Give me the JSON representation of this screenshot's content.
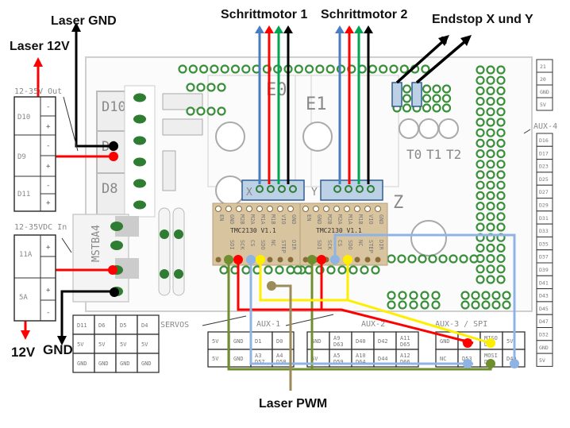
{
  "labels": {
    "laser_gnd": "Laser GND",
    "laser_12v": "Laser 12V",
    "stepper_1": "Schrittmotor 1",
    "stepper_2": "Schrittmotor 2",
    "endstop": "Endstop X und Y",
    "out_12v": "12V",
    "out_gnd": "GND",
    "laser_pwm": "Laser PWM"
  },
  "board": {
    "out_block_title": "12-35V Out",
    "out_channels": [
      "D10",
      "D9",
      "D11"
    ],
    "in_block_title": "12-35VDC In",
    "in_channels": [
      "11A",
      "5A"
    ],
    "mosfet_labels": [
      "D10",
      "D9",
      "D8"
    ],
    "connector_label": "MSTBA4",
    "driver_labels": [
      "TMC2130 V1.1",
      "TMC2130 V1.1"
    ],
    "driver_pins_top": [
      "EN",
      "GND",
      "M2B",
      "M2A",
      "M1A",
      "M1B",
      "VIO",
      "GND"
    ],
    "driver_pins_bottom": [
      "",
      "SDI",
      "SCK",
      "CS",
      "SDO",
      "NC",
      "STEP",
      "DIR"
    ],
    "axis_labels": [
      "X",
      "Y",
      "Z",
      "E0",
      "E1"
    ],
    "thermistor_labels": [
      "T0",
      "T1",
      "T2"
    ],
    "servos_title": "SERVOS",
    "servos_grid": [
      [
        "D11",
        "D6",
        "D5",
        "D4"
      ],
      [
        "5V",
        "5V",
        "5V",
        "5V"
      ],
      [
        "GND",
        "GND",
        "GND",
        "GND"
      ]
    ],
    "aux1_title": "AUX-1",
    "aux1_grid": [
      [
        "5V",
        "GND",
        "D1",
        "D0"
      ],
      [
        "5V",
        "GND",
        "A3 D57",
        "A4 D58"
      ]
    ],
    "aux2_title": "AUX-2",
    "aux2_grid": [
      [
        "GND",
        "A9 D63",
        "D40",
        "D42",
        "A11 D65"
      ],
      [
        "5V",
        "A5 D59",
        "A10 D64",
        "D44",
        "A12 D66"
      ]
    ],
    "aux3_title": "AUX-3 / SPI",
    "aux3_grid": [
      [
        "GND",
        "D52",
        "MISO D50",
        "5V"
      ],
      [
        "NC",
        "D53",
        "MOSI D51",
        "D49"
      ]
    ],
    "aux4_title": "AUX-4",
    "aux4_top": [
      "21",
      "20",
      "GND",
      "5V"
    ],
    "aux4_pins": [
      "D16",
      "D17",
      "D23",
      "D25",
      "D27",
      "D29",
      "D31",
      "D33",
      "D35",
      "D37",
      "D39",
      "D41",
      "D43",
      "D45",
      "D47",
      "D32",
      "GND",
      "5V"
    ]
  },
  "wire_colors": {
    "red": "#ff0000",
    "black": "#000000",
    "blue": "#4a7cc4",
    "green": "#00a651",
    "olive": "#6f8f2f",
    "lightblue": "#8fb4e3",
    "yellow": "#ffee00",
    "tan": "#9c8b5a"
  }
}
